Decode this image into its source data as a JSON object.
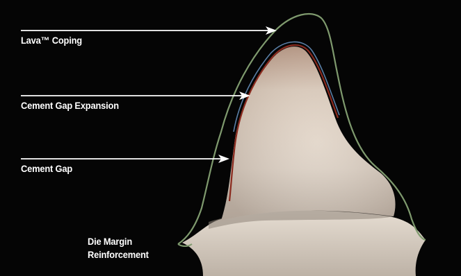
{
  "labels": {
    "lava_coping": "Lava™ Coping",
    "cement_gap_expansion": "Cement Gap Expansion",
    "cement_gap": "Cement Gap",
    "die_margin_line1": "Die Margin",
    "die_margin_line2": "Reinforcement"
  },
  "colors": {
    "background": "#050505",
    "coping_outline": "#7f9a6e",
    "gap_expansion_line": "#5a7fa6",
    "cement_gap_line": "#8a2a1e",
    "die": "#d9cbbd",
    "arrow": "#ffffff"
  }
}
